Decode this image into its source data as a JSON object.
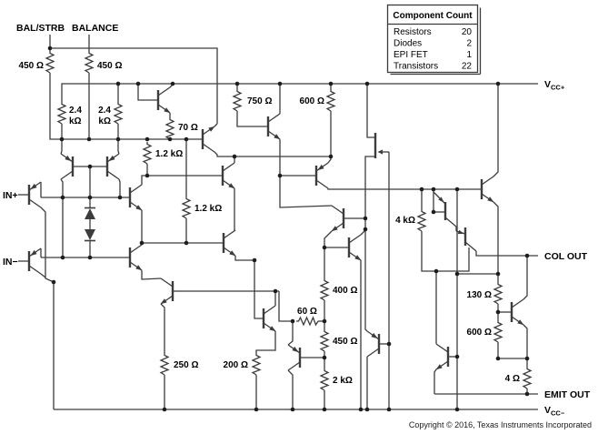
{
  "pins": {
    "bal_strb": "BAL/STRB",
    "balance": "BALANCE",
    "in_plus": "IN+",
    "in_minus": "IN−",
    "vcc_plus": {
      "main": "V",
      "sub": "CC+"
    },
    "vcc_minus": {
      "main": "V",
      "sub": "CC−"
    },
    "col_out": "COL OUT",
    "emit_out": "EMIT OUT"
  },
  "resistors": {
    "r450_left": "450 Ω",
    "r450_right": "450 Ω",
    "r2k4_left": {
      "line1": "2.4",
      "line2": "kΩ"
    },
    "r2k4_right": {
      "line1": "2.4",
      "line2": "kΩ"
    },
    "r70": "70 Ω",
    "r1k2_a": "1.2 kΩ",
    "r1k2_b": "1.2 kΩ",
    "r750": "750 Ω",
    "r600_top": "600 Ω",
    "r4k": "4 kΩ",
    "r400": "400 Ω",
    "r60": "60 Ω",
    "r450_mid": "450 Ω",
    "r2k": "2 kΩ",
    "r250": "250 Ω",
    "r200": "200 Ω",
    "r130": "130 Ω",
    "r600_right": "600 Ω",
    "r4": "4 Ω"
  },
  "table": {
    "title": "Component Count",
    "rows": [
      {
        "name": "Resistors",
        "value": "20"
      },
      {
        "name": "Diodes",
        "value": "2"
      },
      {
        "name": "EPI FET",
        "value": "1"
      },
      {
        "name": "Transistors",
        "value": "22"
      }
    ]
  },
  "footer": {
    "copyright": "Copyright © 2016, Texas Instruments Incorporated"
  },
  "colors": {
    "wire": "#3c3c3c",
    "text": "#000000",
    "background": "#ffffff"
  }
}
